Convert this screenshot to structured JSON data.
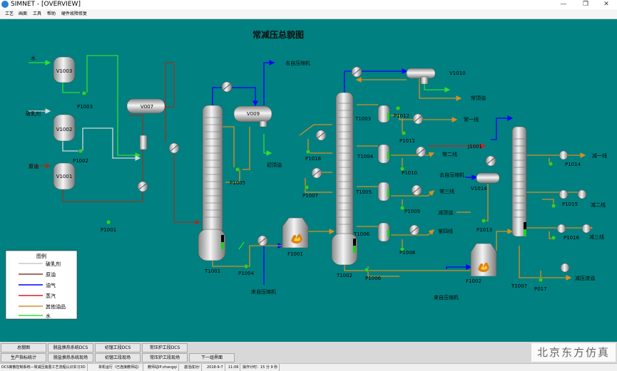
{
  "window": {
    "title": "SIMNET - [OVERVIEW]",
    "buttons": {
      "minimize": "—",
      "maximize": "❐",
      "close": "✕"
    }
  },
  "menu": [
    "工艺",
    "画面",
    "工具",
    "帮助",
    "硬件故障修复"
  ],
  "diagram": {
    "title": "常减压总貌图",
    "vessels": {
      "V1003": "V1003",
      "V1002": "V1002",
      "V1001": "V1001",
      "V007": "V007",
      "V009": "V009",
      "V1010": "V1010",
      "V1014": "V1014"
    },
    "inlets": {
      "water": "水",
      "demulsifier": "破乳剂",
      "crude": "原油"
    },
    "pumps": {
      "P1003": "P1003",
      "P1002": "P1002",
      "P1001": "P1001",
      "P1005": "P1005",
      "P1004": "P1004",
      "P1018": "P1018",
      "P1007": "P1007",
      "P1006": "P1006",
      "P1011": "P1011",
      "P1010": "P1010",
      "P1009": "P1009",
      "P1008": "P1008",
      "P1012": "P1012",
      "P1013": "P1013",
      "P1014": "P1014",
      "P1015": "P1015",
      "P1016": "P1016",
      "P017": "P017"
    },
    "towers": {
      "T1001": "T1001",
      "T1002": "T1002",
      "T1007": "T1007",
      "T1003": "T1003",
      "T1004": "T1004",
      "T1005": "T1005",
      "T1006": "T1006"
    },
    "furnaces": {
      "F1001": "F1001",
      "F1002": "F1002"
    },
    "other_equipment": {
      "J1001": "J1001"
    },
    "streams": {
      "to_compressor": "去自压缩机",
      "to_compressor_mid": "去自压缩机",
      "initial_top_oil": "初顶油",
      "from_compressor_1": "来自压缩机",
      "from_compressor_2": "来自压缩机",
      "atm_top_oil": "常顶油",
      "atm_line1": "常一线",
      "atm_line2": "常二线",
      "atm_line3": "常三线",
      "atm_line4": "常四线",
      "reduced_top_oil": "减顶油",
      "vac_line1": "减一线",
      "vac_line2": "减二线",
      "vac_line3": "减三线",
      "vac_residue": "减压渣油"
    },
    "legend": {
      "title": "图例",
      "items": [
        {
          "label": "破乳剂",
          "color": "#d8d8d8"
        },
        {
          "label": "原油",
          "color": "#8b3a2a"
        },
        {
          "label": "油气",
          "color": "#0000ff"
        },
        {
          "label": "蒸汽",
          "color": "#cc2222"
        },
        {
          "label": "其他油品",
          "color": "#d89020"
        },
        {
          "label": "水",
          "color": "#33dd33"
        }
      ]
    }
  },
  "nav": {
    "row1": [
      "总貌图",
      "脱盐换热系统DCS",
      "初馏工段DCS",
      "常压炉工段DCS"
    ],
    "row2": [
      "生产指标统计",
      "脱盐换热系统现场",
      "初馏工段现场",
      "常压炉工段现场",
      "下一组界面"
    ]
  },
  "brand": "北京东方仿真",
  "status": [
    "DCS离散控制系统—常减压装置工艺流程认识实习3D",
    "单机运行（已连接教师站）",
    "教师站IP:zhangqi",
    "激活成功!",
    "2018-9-7",
    "11:06",
    "操作计时：15 分 9 秒"
  ],
  "colors": {
    "background": "#008080",
    "crude": "#8b3a2a",
    "gas": "#0000ff",
    "steam": "#cc2222",
    "other_oil": "#d89020",
    "water": "#33dd33",
    "demulsifier": "#d8d8d8"
  }
}
